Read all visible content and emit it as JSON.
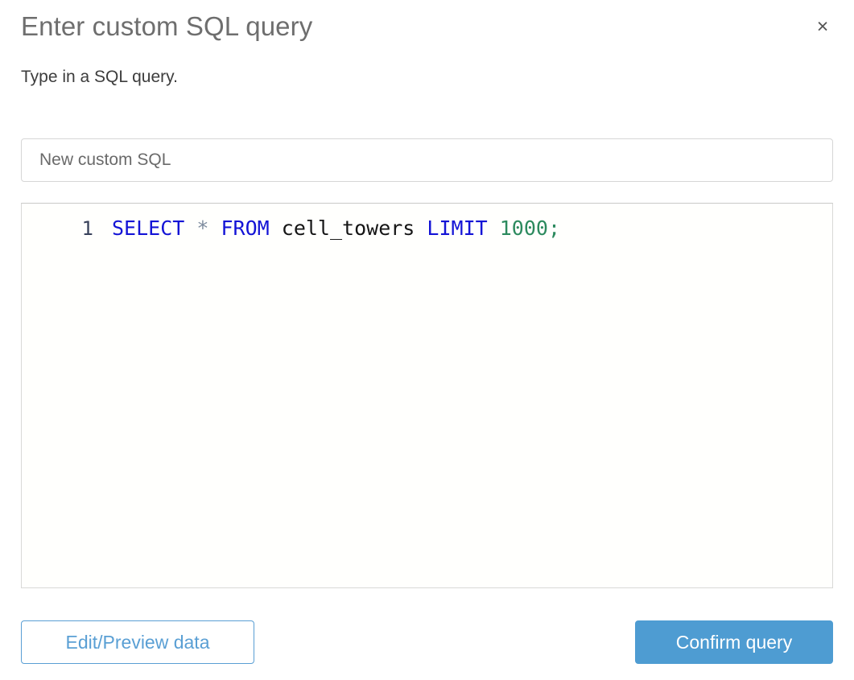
{
  "dialog": {
    "title": "Enter custom SQL query",
    "subtitle": "Type in a SQL query.",
    "close_icon": "close-icon",
    "close_glyph": "×"
  },
  "name_field": {
    "value": "New custom SQL",
    "placeholder": "New custom SQL"
  },
  "editor": {
    "line_numbers": [
      "1"
    ],
    "query_text": "SELECT * FROM cell_towers LIMIT 1000;",
    "tokens": [
      {
        "text": "SELECT",
        "type": "keyword"
      },
      {
        "text": " ",
        "type": "plain"
      },
      {
        "text": "*",
        "type": "star"
      },
      {
        "text": " ",
        "type": "plain"
      },
      {
        "text": "FROM",
        "type": "keyword"
      },
      {
        "text": " ",
        "type": "plain"
      },
      {
        "text": "cell_towers",
        "type": "identifier"
      },
      {
        "text": " ",
        "type": "plain"
      },
      {
        "text": "LIMIT",
        "type": "keyword"
      },
      {
        "text": " ",
        "type": "plain"
      },
      {
        "text": "1000",
        "type": "number"
      },
      {
        "text": ";",
        "type": "punctuation"
      }
    ],
    "colors": {
      "keyword": "#1414d6",
      "star": "#7e8c9e",
      "identifier": "#151515",
      "number": "#2c8a5e",
      "punctuation": "#2c8a5e",
      "background": "#fffffd",
      "gutter_text": "#38415a"
    }
  },
  "footer": {
    "secondary_label": "Edit/Preview data",
    "primary_label": "Confirm query"
  },
  "colors": {
    "accent": "#4e9cd2",
    "accent_outline": "#5a9fd4",
    "title": "#6e6e6e",
    "subtitle": "#3d3d3d",
    "border": "#d6d6d6"
  }
}
